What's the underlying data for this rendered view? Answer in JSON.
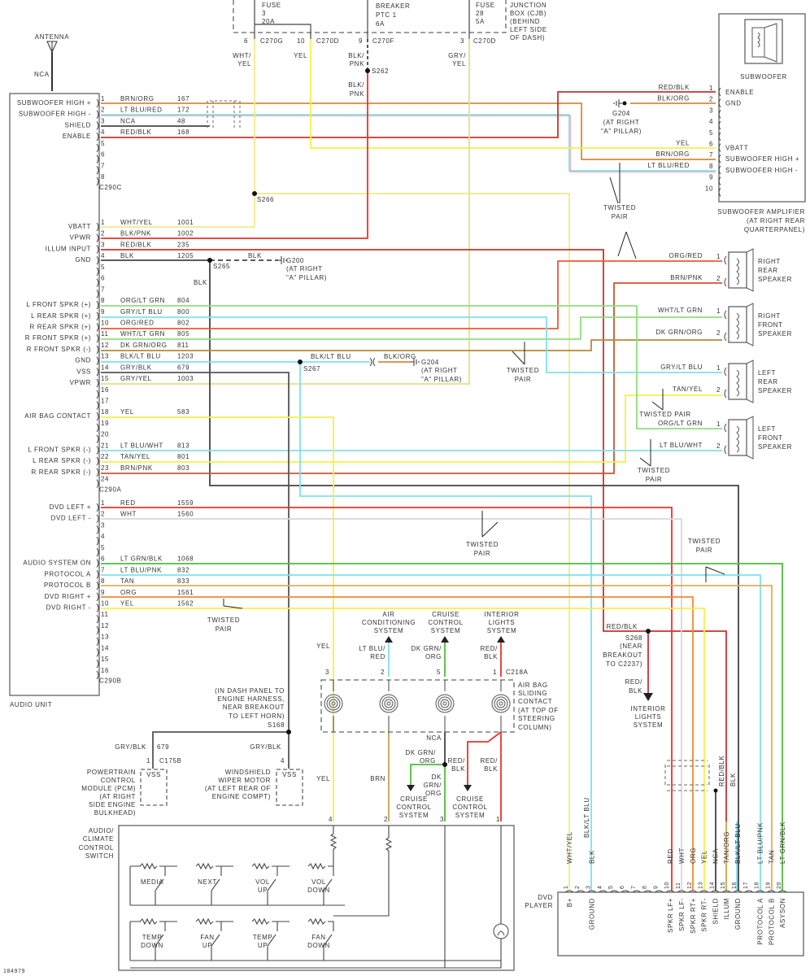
{
  "diagram_id": "184979",
  "antenna": {
    "label": "ANTENNA",
    "wire": "NCA"
  },
  "junction_box": {
    "fuse3": [
      "FUSE",
      "3",
      "20A"
    ],
    "breaker": [
      "BREAKER",
      "PTC 1",
      "6A"
    ],
    "fuse28": [
      "FUSE",
      "28",
      "5A"
    ],
    "label": [
      "JUNCTION",
      "BOX (CJB)",
      "(BEHIND",
      "LEFT SIDE",
      "OF DASH)"
    ],
    "connectors": [
      {
        "pin": "6",
        "id": "C270G",
        "wire": [
          "WHT/",
          "YEL"
        ]
      },
      {
        "pin": "10",
        "id": "C270D",
        "wire": [
          "YEL"
        ]
      },
      {
        "pin": "9",
        "id": "C270F",
        "wire": [
          "BLK/",
          "PNK"
        ]
      },
      {
        "pin": "3",
        "id": "C270D",
        "wire": [
          "GRY/",
          "YEL"
        ]
      }
    ],
    "s262": "S262",
    "s262_wire": [
      "BLK/",
      "PNK"
    ]
  },
  "audio_unit": {
    "title": "AUDIO UNIT",
    "connectors": [
      {
        "label": "C290C",
        "pins": [
          {
            "num": "1",
            "function": "SUBWOOFER HIGH +",
            "color": "BRN/ORG",
            "circuit": "167"
          },
          {
            "num": "2",
            "function": "SUBWOOFER HIGH -",
            "color": "LT BLU/RED",
            "circuit": "172"
          },
          {
            "num": "3",
            "function": "SHIELD",
            "color": "NCA",
            "circuit": "48"
          },
          {
            "num": "4",
            "function": "ENABLE",
            "color": "RED/BLK",
            "circuit": "168"
          },
          {
            "num": "5"
          },
          {
            "num": "6"
          },
          {
            "num": "7"
          },
          {
            "num": "8"
          }
        ]
      },
      {
        "label": "C290A",
        "pins": [
          {
            "num": "1",
            "function": "VBATT",
            "color": "WHT/YEL",
            "circuit": "1001"
          },
          {
            "num": "2",
            "function": "VPWR",
            "color": "BLK/PNK",
            "circuit": "1002"
          },
          {
            "num": "3",
            "function": "ILLUM INPUT",
            "color": "RED/BLK",
            "circuit": "235"
          },
          {
            "num": "4",
            "function": "GND",
            "color": "BLK",
            "circuit": "1205"
          },
          {
            "num": "5"
          },
          {
            "num": "6"
          },
          {
            "num": "7"
          },
          {
            "num": "8",
            "function": "L FRONT SPKR (+)",
            "color": "ORG/LT GRN",
            "circuit": "804"
          },
          {
            "num": "9",
            "function": "L REAR SPKR (+)",
            "color": "GRY/LT BLU",
            "circuit": "800"
          },
          {
            "num": "10",
            "function": "R REAR SPKR (+)",
            "color": "ORG/RED",
            "circuit": "802"
          },
          {
            "num": "11",
            "function": "R FRONT SPKR (+)",
            "color": "WHT/LT GRN",
            "circuit": "805"
          },
          {
            "num": "12",
            "function": "R FRONT SPKR (-)",
            "color": "DK GRN/ORG",
            "circuit": "811"
          },
          {
            "num": "13",
            "function": "GND",
            "color": "BLK/LT BLU",
            "circuit": "1203"
          },
          {
            "num": "14",
            "function": "VSS",
            "color": "GRY/BLK",
            "circuit": "679"
          },
          {
            "num": "15",
            "function": "VPWR",
            "color": "GRY/YEL",
            "circuit": "1003"
          },
          {
            "num": "16"
          },
          {
            "num": "17"
          },
          {
            "num": "18",
            "function": "AIR BAG CONTACT",
            "color": "YEL",
            "circuit": "583"
          },
          {
            "num": "19"
          },
          {
            "num": "20"
          },
          {
            "num": "21",
            "function": "L FRONT SPKR (-)",
            "color": "LT BLU/WHT",
            "circuit": "813"
          },
          {
            "num": "22",
            "function": "L REAR SPKR (-)",
            "color": "TAN/YEL",
            "circuit": "801"
          },
          {
            "num": "23",
            "function": "R REAR SPKR (-)",
            "color": "BRN/PNK",
            "circuit": "803"
          },
          {
            "num": "24"
          }
        ]
      },
      {
        "label": "C290B",
        "pins": [
          {
            "num": "1",
            "function": "DVD LEFT +",
            "color": "RED",
            "circuit": "1559"
          },
          {
            "num": "2",
            "function": "DVD LEFT -",
            "color": "WHT",
            "circuit": "1560"
          },
          {
            "num": "3"
          },
          {
            "num": "4"
          },
          {
            "num": "5"
          },
          {
            "num": "6",
            "function": "AUDIO SYSTEM ON",
            "color": "LT GRN/BLK",
            "circuit": "1068"
          },
          {
            "num": "7",
            "function": "PROTOCOL A",
            "color": "LT BLU/PNK",
            "circuit": "832"
          },
          {
            "num": "8",
            "function": "PROTOCOL B",
            "color": "TAN",
            "circuit": "833"
          },
          {
            "num": "9",
            "function": "DVD RIGHT +",
            "color": "ORG",
            "circuit": "1561"
          },
          {
            "num": "10",
            "function": "DVD RIGHT -",
            "color": "YEL",
            "circuit": "1562"
          },
          {
            "num": "11"
          },
          {
            "num": "12"
          },
          {
            "num": "13"
          },
          {
            "num": "14"
          },
          {
            "num": "15"
          },
          {
            "num": "16"
          }
        ]
      }
    ]
  },
  "splices": {
    "s266": "S266",
    "s265": "S265",
    "s267": "S267",
    "g200": "G200",
    "g200_loc": [
      "(AT RIGHT",
      "\"A\" PILLAR)"
    ],
    "gnd_blk": "BLK",
    "s267_wire": "BLK/LT BLU",
    "g204_wire": "BLK/ORG",
    "g204": "G204",
    "g204_loc": [
      "(AT RIGHT",
      "\"A\" PILLAR)"
    ]
  },
  "subwoofer_amp": {
    "speaker_label": "SUBWOOFER",
    "title": [
      "SUBWOOFER AMPLIFIER",
      "(AT RIGHT REAR",
      "QUARTERPANEL)"
    ],
    "pins": [
      {
        "num": "1",
        "function": "ENABLE",
        "wire": "RED/BLK"
      },
      {
        "num": "2",
        "function": "GND",
        "wire": "BLK/ORG"
      },
      {
        "num": "3"
      },
      {
        "num": "4"
      },
      {
        "num": "5"
      },
      {
        "num": "6",
        "function": "VBATT",
        "wire": "YEL"
      },
      {
        "num": "7",
        "function": "SUBWOOFER HIGH +",
        "wire": "BRN/ORG"
      },
      {
        "num": "8",
        "function": "SUBWOOFER HIGH -",
        "wire": "LT BLU/RED"
      },
      {
        "num": "9"
      },
      {
        "num": "10"
      }
    ],
    "g204": "G204",
    "g204_loc": [
      "(AT RIGHT",
      "\"A\" PILLAR)"
    ]
  },
  "speakers": [
    {
      "name": [
        "RIGHT",
        "REAR",
        "SPEAKER"
      ],
      "wires": [
        "ORG/RED",
        "BRN/PNK"
      ]
    },
    {
      "name": [
        "RIGHT",
        "FRONT",
        "SPEAKER"
      ],
      "wires": [
        "WHT/LT GRN",
        "DK GRN/ORG"
      ]
    },
    {
      "name": [
        "LEFT",
        "REAR",
        "SPEAKER"
      ],
      "wires": [
        "GRY/LT BLU",
        "TAN/YEL"
      ]
    },
    {
      "name": [
        "LEFT",
        "FRONT",
        "SPEAKER"
      ],
      "wires": [
        "ORG/LT GRN",
        "LT BLU/WHT"
      ]
    }
  ],
  "twisted_pair": [
    "TWISTED",
    "PAIR",
    "TWISTED PAIR"
  ],
  "sliding_contact": {
    "connector": "C218A",
    "pins": [
      "3",
      "2",
      "5",
      "1"
    ],
    "label": [
      "AIR BAG",
      "SLIDING",
      "CONTACT",
      "(AT TOP OF",
      "STEERING",
      "COLUMN)"
    ],
    "up_systems": [
      [
        "AIR",
        "CONDITIONING",
        "SYSTEM"
      ],
      [
        "CRUISE",
        "CONTROL",
        "SYSTEM"
      ],
      [
        "INTERIOR",
        "LIGHTS",
        "SYSTEM"
      ]
    ],
    "up_wires": [
      [
        "LT BLU/",
        "RED"
      ],
      [
        "DK GRN/",
        "ORG"
      ],
      [
        "RED/",
        "BLK"
      ]
    ],
    "yel": "YEL",
    "brn": "BRN",
    "nca": "NCA",
    "dkgrnorg": [
      "DK GRN/",
      "ORG"
    ],
    "dk_grn_org": [
      "DK",
      "GRN/",
      "ORG"
    ],
    "redblk": [
      "RED/",
      "BLK"
    ],
    "cruise": [
      "CRUISE",
      "CONTROL",
      "SYSTEM"
    ]
  },
  "s168": {
    "label": [
      "(IN DASH PANEL TO",
      "ENGINE HARNESS,",
      "NEAR BREAKOUT",
      "TO LEFT HORN)",
      "S168"
    ],
    "wire": "GRY/BLK",
    "circuit": "679"
  },
  "pcm": {
    "pin": "1",
    "connector": "C175B",
    "terminal": "VSS",
    "label": [
      "POWERTRAIN",
      "CONTROL",
      "MODULE (PCM)",
      "(AT RIGHT",
      "SIDE ENGINE",
      "BULKHEAD)"
    ]
  },
  "wiper": {
    "pin": "4",
    "terminal": "VSS",
    "label": [
      "WINDSHIELD",
      "WIPER MOTOR",
      "(AT LEFT REAR OF",
      "ENGINE COMPT)"
    ]
  },
  "s268": {
    "wire": "RED/BLK",
    "label": [
      "S268",
      "(NEAR",
      "BREAKOUT",
      "TO C2237)"
    ],
    "down_wire": [
      "RED/",
      "BLK"
    ],
    "system": [
      "INTERIOR",
      "LIGHTS",
      "SYSTEM"
    ],
    "right_wires": [
      "RED/BLK",
      "BLK"
    ]
  },
  "switch": {
    "label": [
      "AUDIO/",
      "CLIMATE",
      "CONTROL",
      "SWITCH"
    ],
    "pins": [
      "4",
      "2",
      "3",
      "1"
    ],
    "buttons_row1": [
      [
        "MEDIA"
      ],
      [
        "NEXT"
      ],
      [
        "VOL",
        "UP"
      ],
      [
        "VOL",
        "DOWN"
      ]
    ],
    "buttons_row2": [
      [
        "TEMP",
        "DOWN"
      ],
      [
        "FAN",
        "UP"
      ],
      [
        "TEMP",
        "UP"
      ],
      [
        "FAN",
        "DOWN"
      ]
    ]
  },
  "dvd_player": {
    "label": [
      "DVD",
      "PLAYER"
    ],
    "pins": [
      {
        "num": "1",
        "function": "B+",
        "wire": "WHT/YEL"
      },
      {
        "num": "2"
      },
      {
        "num": "3",
        "function": "GROUND",
        "wire": "BLK"
      },
      {
        "num": "4"
      },
      {
        "num": "5"
      },
      {
        "num": "6"
      },
      {
        "num": "7"
      },
      {
        "num": "8"
      },
      {
        "num": "9"
      },
      {
        "num": "10",
        "function": "SPKR LF+",
        "wire": "RED"
      },
      {
        "num": "11",
        "function": "SPKR LF-",
        "wire": "WHT"
      },
      {
        "num": "12",
        "function": "SPKR RT+",
        "wire": "ORG"
      },
      {
        "num": "13",
        "function": "SPKR RT-",
        "wire": "YEL"
      },
      {
        "num": "14",
        "function": "SHIELD",
        "wire": "NCA"
      },
      {
        "num": "15",
        "function": "ILLUM",
        "wire": "TAN/ORG"
      },
      {
        "num": "16",
        "function": "GROUND",
        "wire": "BLK/LT BLU"
      },
      {
        "num": "17"
      },
      {
        "num": "18",
        "function": "PROTOCOL A",
        "wire": "LT BLU/PNK"
      },
      {
        "num": "19",
        "function": "PROTOCOL B",
        "wire": "TAN"
      },
      {
        "num": "20",
        "function": "ASYSON",
        "wire": "LT GRN/BLK"
      }
    ],
    "blk_lt_blu": "BLK/LT BLU"
  }
}
